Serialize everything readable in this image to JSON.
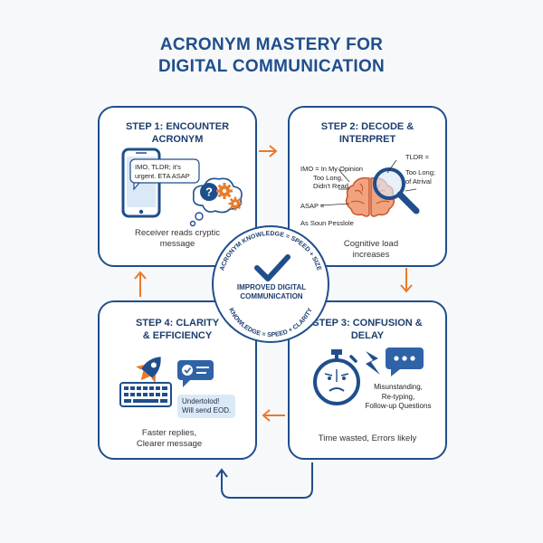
{
  "title_line1": "ACRONYM MASTERY FOR",
  "title_line2": "DIGITAL COMMUNICATION",
  "step1": {
    "title_line1": "STEP 1: ENCOUNTER",
    "title_line2": "ACRONYM",
    "bubble_line1": "IMO, TLDR; it's",
    "bubble_line2": "urgent. ETA ASAP",
    "caption_line1": "Receiver reads cryptic",
    "caption_line2": "message"
  },
  "step2": {
    "title_line1": "STEP 2: DECODE &",
    "title_line2": "INTERPRET",
    "imo_line1": "IMO = In My Opinion",
    "imo_line2": "Too Long,",
    "imo_line3": "Didn't Read.",
    "tldr_line1": "TLDR =",
    "tldr_line2": "Too Long;",
    "tldr_line3": "of Atrival",
    "asap_line1": "ASAP =",
    "asap_line2": "As Soun Pesslole",
    "caption_line1": "Cognitive load",
    "caption_line2": "increases"
  },
  "step3": {
    "title_line1": "STEP 3: CONFUSION &",
    "title_line2": "DELAY",
    "list_line1": "Misunstanding,",
    "list_line2": "Re-typing,",
    "list_line3": "Follow-up Questions",
    "caption": "Time wasted, Errors likely"
  },
  "step4": {
    "title_line1": "STEP 4: CLARITY",
    "title_line2": "& EFFICIENCY",
    "bubble_line1": "Undertolod!",
    "bubble_line2": "Will send EOD.",
    "caption_line1": "Faster replies,",
    "caption_line2": "Clearer message"
  },
  "center": {
    "label_line1": "IMPROVED DIGITAL",
    "label_line2": "COMMUNICATION",
    "ring_top": "ACRONYM KNOWLEDGE = SPEED + SIZE",
    "ring_bottom": "KNOWLEDGE = SPEED + CLARITY"
  },
  "colors": {
    "navy": "#1f4e8c",
    "orange": "#e97a2b",
    "light_blue": "#dbe9f7"
  }
}
